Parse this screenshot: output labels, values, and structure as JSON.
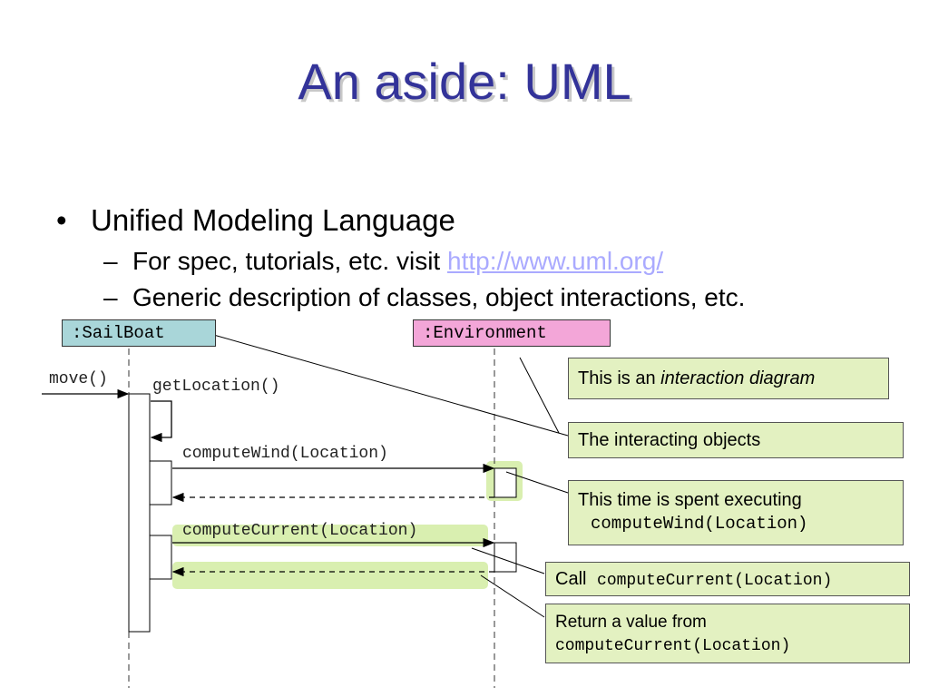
{
  "title": "An aside: UML",
  "bullets": {
    "main": "Unified Modeling Language",
    "bullet_char": "•",
    "dash": "–",
    "sub1_text": "For spec, tutorials, etc. visit",
    "sub1_link": "http://www.uml.org/",
    "sub2_text": "Generic description of classes, object interactions, etc."
  },
  "diagram": {
    "objects": {
      "sailboat": ":SailBoat",
      "environment": ":Environment"
    },
    "messages": {
      "move": "move()",
      "get_location": "getLocation()",
      "compute_wind": "computeWind(Location)",
      "compute_current": "computeCurrent(Location)"
    },
    "notes": {
      "interaction_prefix": "This is an",
      "interaction_emph": "interaction diagram",
      "interacting_objects": "The interacting objects",
      "time_spent_line1": "This time is spent executing",
      "time_spent_line2": "computeWind(Location)",
      "call_word": "Call",
      "call_method": "computeCurrent(Location)",
      "return_line1": "Return a value from",
      "return_line2": "computeCurrent(Location)"
    },
    "colors": {
      "title": "#333399",
      "sailboat_box": "#a9d6d9",
      "environment_box": "#f3a6d8",
      "note_fill": "#e3f1c1",
      "highlight": "#d9efb0",
      "link": "#aaaaff"
    }
  }
}
